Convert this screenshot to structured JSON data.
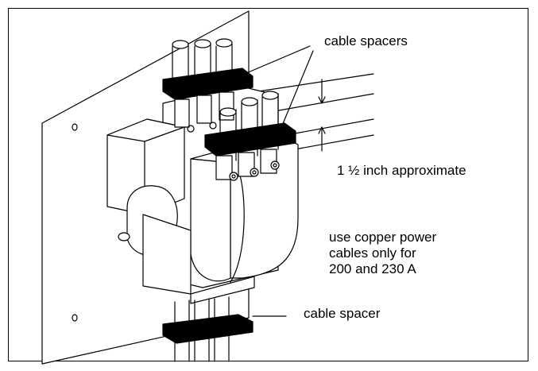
{
  "figure": {
    "labels": {
      "cable_spacers": "cable spacers",
      "distance": "1 ½ inch approximate",
      "note_line1": "use copper power",
      "note_line2": "cables only for",
      "note_line3": "200 and 230 A",
      "cable_spacer": "cable spacer"
    }
  }
}
